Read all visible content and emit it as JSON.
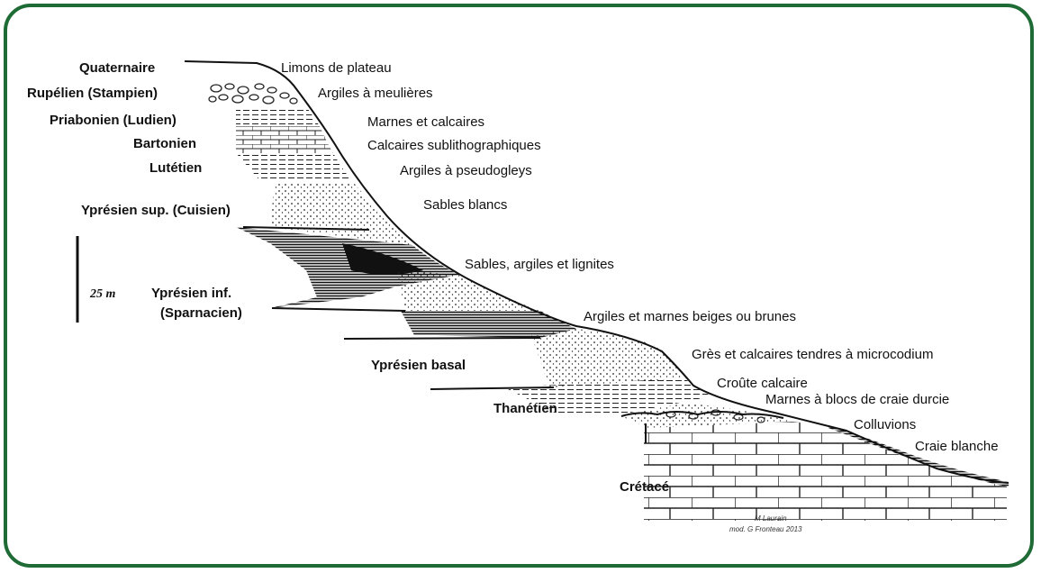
{
  "stages": {
    "quaternaire": "Quaternaire",
    "rupelien": "Rupélien (Stampien)",
    "priabonien": "Priabonien (Ludien)",
    "bartonien": "Bartonien",
    "lutetien": "Lutétien",
    "ypresien_sup": "Yprésien sup. (Cuisien)",
    "ypresien_inf_1": "Yprésien inf.",
    "ypresien_inf_2": "(Sparnacien)",
    "ypresien_basal": "Yprésien basal",
    "thanetien": "Thanétien",
    "cretace": "Crétacé"
  },
  "lithologies": {
    "limons": "Limons de plateau",
    "meulieres": "Argiles à meulières",
    "marnes_calcaires": "Marnes et calcaires",
    "calcaires_subli": "Calcaires sublithographiques",
    "pseudogleys": "Argiles à pseudogleys",
    "sables_blancs": "Sables blancs",
    "sables_lignites": "Sables, argiles et lignites",
    "argiles_marnes": "Argiles et marnes beiges ou brunes",
    "gres": "Grès et calcaires tendres à microcodium",
    "croute": "Croûte calcaire",
    "marnes_blocs": "Marnes à blocs de craie durcie",
    "colluvions": "Colluvions",
    "craie": "Craie blanche"
  },
  "scale": {
    "label": "25 m"
  },
  "credits": {
    "line1": "M Laurain",
    "line2": "mod. G Fronteau 2013"
  },
  "colors": {
    "frame": "#1e6b35",
    "ink": "#111111"
  }
}
